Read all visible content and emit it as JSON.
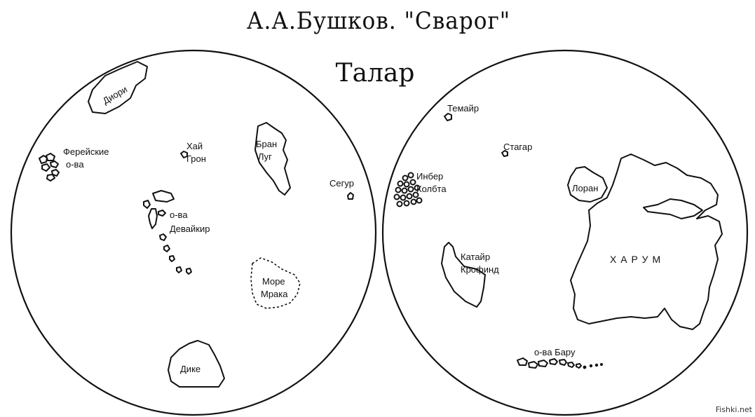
{
  "header": {
    "title": "А.А.Бушков. \"Сварог\"",
    "subtitle": "Талар"
  },
  "watermark": "Fishki.net",
  "left_hemisphere": {
    "labels": {
      "diori": "Диори",
      "fereyskie": "Ферейские",
      "fereyskie_ova": "о-ва",
      "hai": "Хай",
      "gron": "Грон",
      "bran": "Бран",
      "lug": "Луг",
      "segur": "Сегур",
      "devaykir_ova": "о-ва",
      "devaykir": "Девайкир",
      "more": "Море",
      "mraka": "Мрака",
      "dike": "Дике"
    }
  },
  "right_hemisphere": {
    "labels": {
      "temair": "Темайр",
      "stagar": "Стагар",
      "inber": "Инбер",
      "kolbta": "Колбта",
      "loran": "Лоран",
      "katair": "Катайр",
      "krofind": "Крофинд",
      "harum": "Х А Р У М",
      "baru": "о-ва Бару"
    }
  }
}
